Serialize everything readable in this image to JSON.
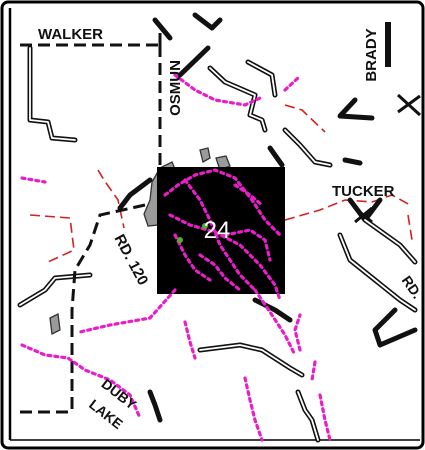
{
  "map": {
    "section_number": "24",
    "labels": {
      "walker": "WALKER",
      "osmun": "OSMUN",
      "brady": "BRADY",
      "tucker": "TUCKER",
      "rd120": "RD. 120",
      "duby": "DUBY",
      "lake": "LAKE",
      "partial_rd": "RD."
    },
    "colors": {
      "road_double_line": "#111111",
      "boundary_dashed": "#111111",
      "trail_dotted": "#e81ec8",
      "creek_dashed": "#d42020",
      "water": "#9a9a9a",
      "highlighted_section": "#000000",
      "trail_marker": "#4caf28"
    }
  }
}
